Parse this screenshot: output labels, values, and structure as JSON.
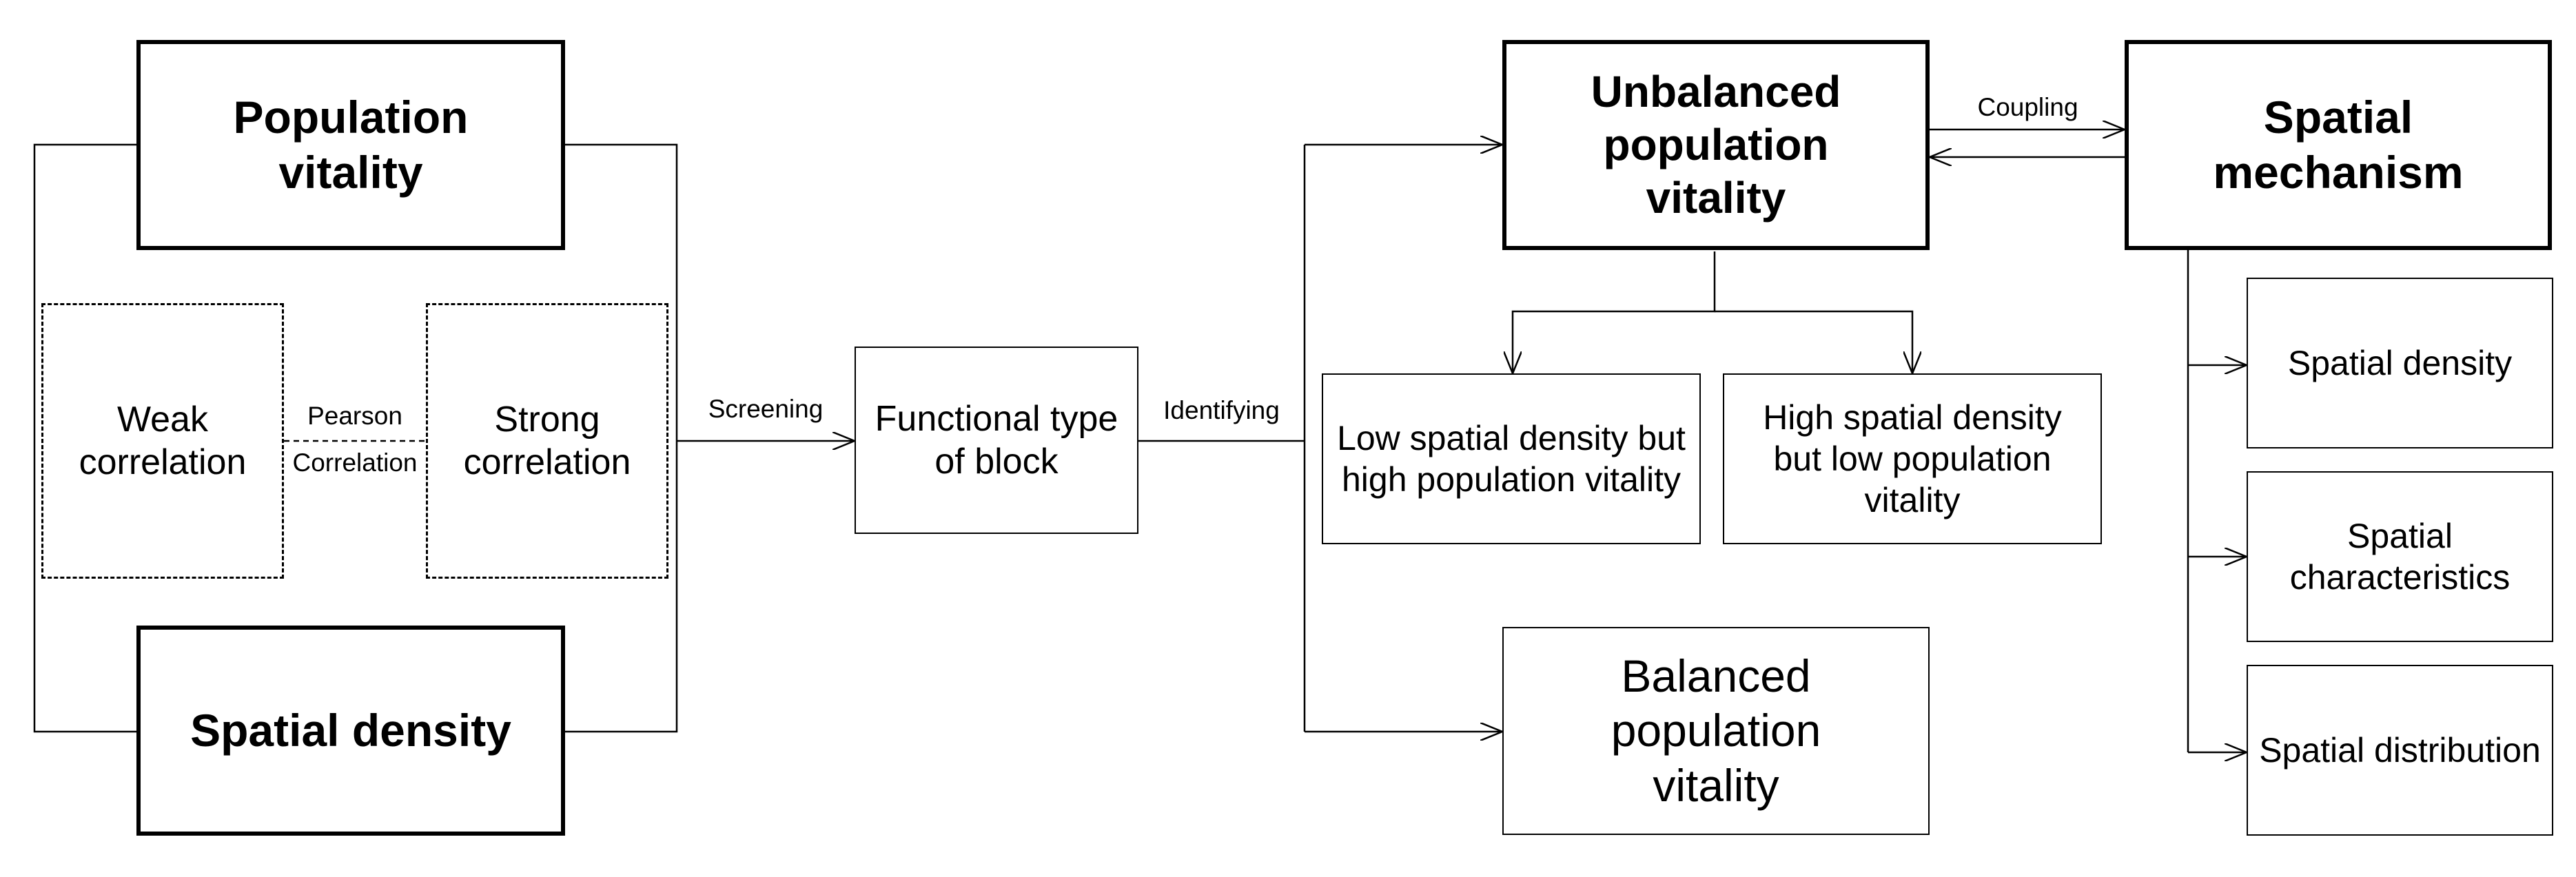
{
  "nodes": {
    "population_vitality": "Population vitality",
    "spatial_density_main": "Spatial density",
    "weak_correlation": "Weak correlation",
    "strong_correlation": "Strong correlation",
    "functional_type": "Functional type of block",
    "unbalanced": "Unbalanced population vitality",
    "balanced": "Balanced population vitality",
    "low_density_high_vitality": "Low spatial density but high population vitality",
    "high_density_low_vitality": "High spatial density but low population vitality",
    "spatial_mechanism": "Spatial mechanism",
    "mech_spatial_density": "Spatial density",
    "mech_spatial_characteristics": "Spatial characteristics",
    "mech_spatial_distribution": "Spatial distribution"
  },
  "edge_labels": {
    "pearson": "Pearson",
    "correlation": "Correlation",
    "screening": "Screening",
    "identifying": "Identifying",
    "coupling": "Coupling"
  }
}
